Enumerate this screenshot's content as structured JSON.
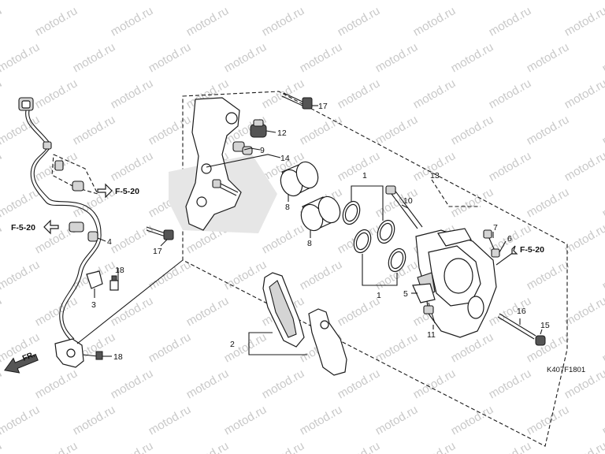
{
  "diagram": {
    "part_numbers": {
      "p1a": "1",
      "p1b": "1",
      "p2": "2",
      "p3": "3",
      "p4": "4",
      "p5": "5",
      "p6": "6",
      "p7": "7",
      "p8a": "8",
      "p8b": "8",
      "p9": "9",
      "p10": "10",
      "p11": "11",
      "p12": "12",
      "p13": "13",
      "p14": "14",
      "p15": "15",
      "p16": "16",
      "p17a": "17",
      "p17b": "17",
      "p18a": "18",
      "p18b": "18"
    },
    "references": {
      "ref_left": "F-5-20",
      "ref_mid": "F-5-20",
      "ref_right": "F-5-20"
    },
    "front_arrow_label": "FR.",
    "drawing_code": "K407F1801",
    "watermark": "motod.ru"
  }
}
